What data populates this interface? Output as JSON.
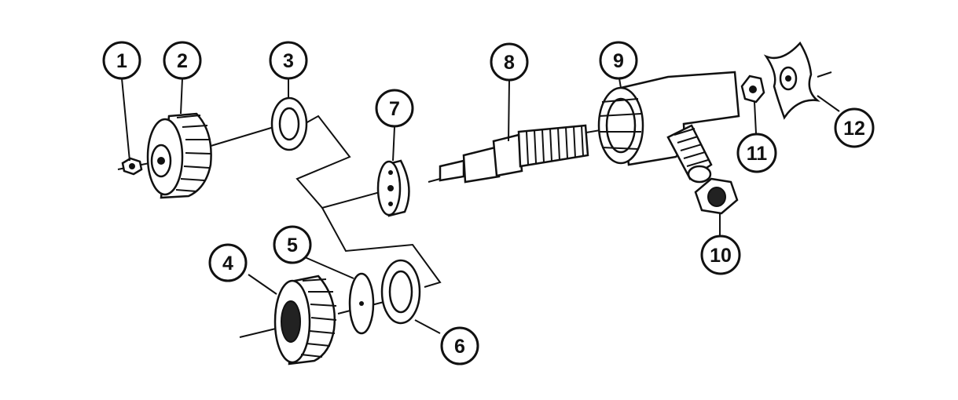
{
  "diagram": {
    "callouts": [
      {
        "id": "1",
        "label": "1"
      },
      {
        "id": "2",
        "label": "2"
      },
      {
        "id": "3",
        "label": "3"
      },
      {
        "id": "4",
        "label": "4"
      },
      {
        "id": "5",
        "label": "5"
      },
      {
        "id": "6",
        "label": "6"
      },
      {
        "id": "7",
        "label": "7"
      },
      {
        "id": "8",
        "label": "8"
      },
      {
        "id": "9",
        "label": "9"
      },
      {
        "id": "10",
        "label": "10"
      },
      {
        "id": "11",
        "label": "11"
      },
      {
        "id": "12",
        "label": "12"
      }
    ],
    "colors": {
      "ink": "#111111",
      "background": "#ffffff"
    }
  }
}
